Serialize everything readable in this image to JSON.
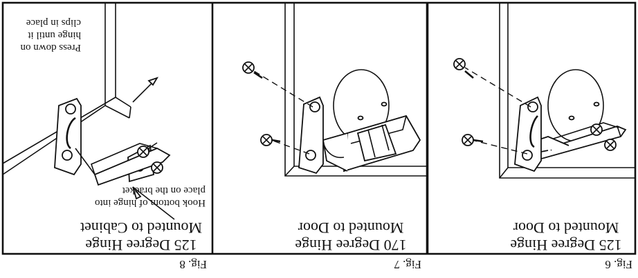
{
  "colors": {
    "ink": "#111111",
    "paper": "#ffffff"
  },
  "figures": [
    {
      "fig_label": "Fig. 6",
      "caption_line1": "125 Degree Hinge",
      "caption_line2": "Mounted to Door"
    },
    {
      "fig_label": "Fig. 7",
      "caption_line1": "170 Degree Hinge",
      "caption_line2": "Mounted to Door"
    },
    {
      "fig_label": "Fig. 8",
      "caption_line1": "125 Degree Hinge",
      "caption_line2": "Mounted to Cabinet",
      "callout_press": {
        "line1": "Press down on",
        "line2": "hinge until it",
        "line3": "clips in place"
      },
      "callout_hook": {
        "line1": "Hook bottom of hinge into",
        "line2": "place on the bracket"
      }
    }
  ],
  "icons": [
    "screw-icon",
    "washer-icon",
    "arrow-icon"
  ]
}
